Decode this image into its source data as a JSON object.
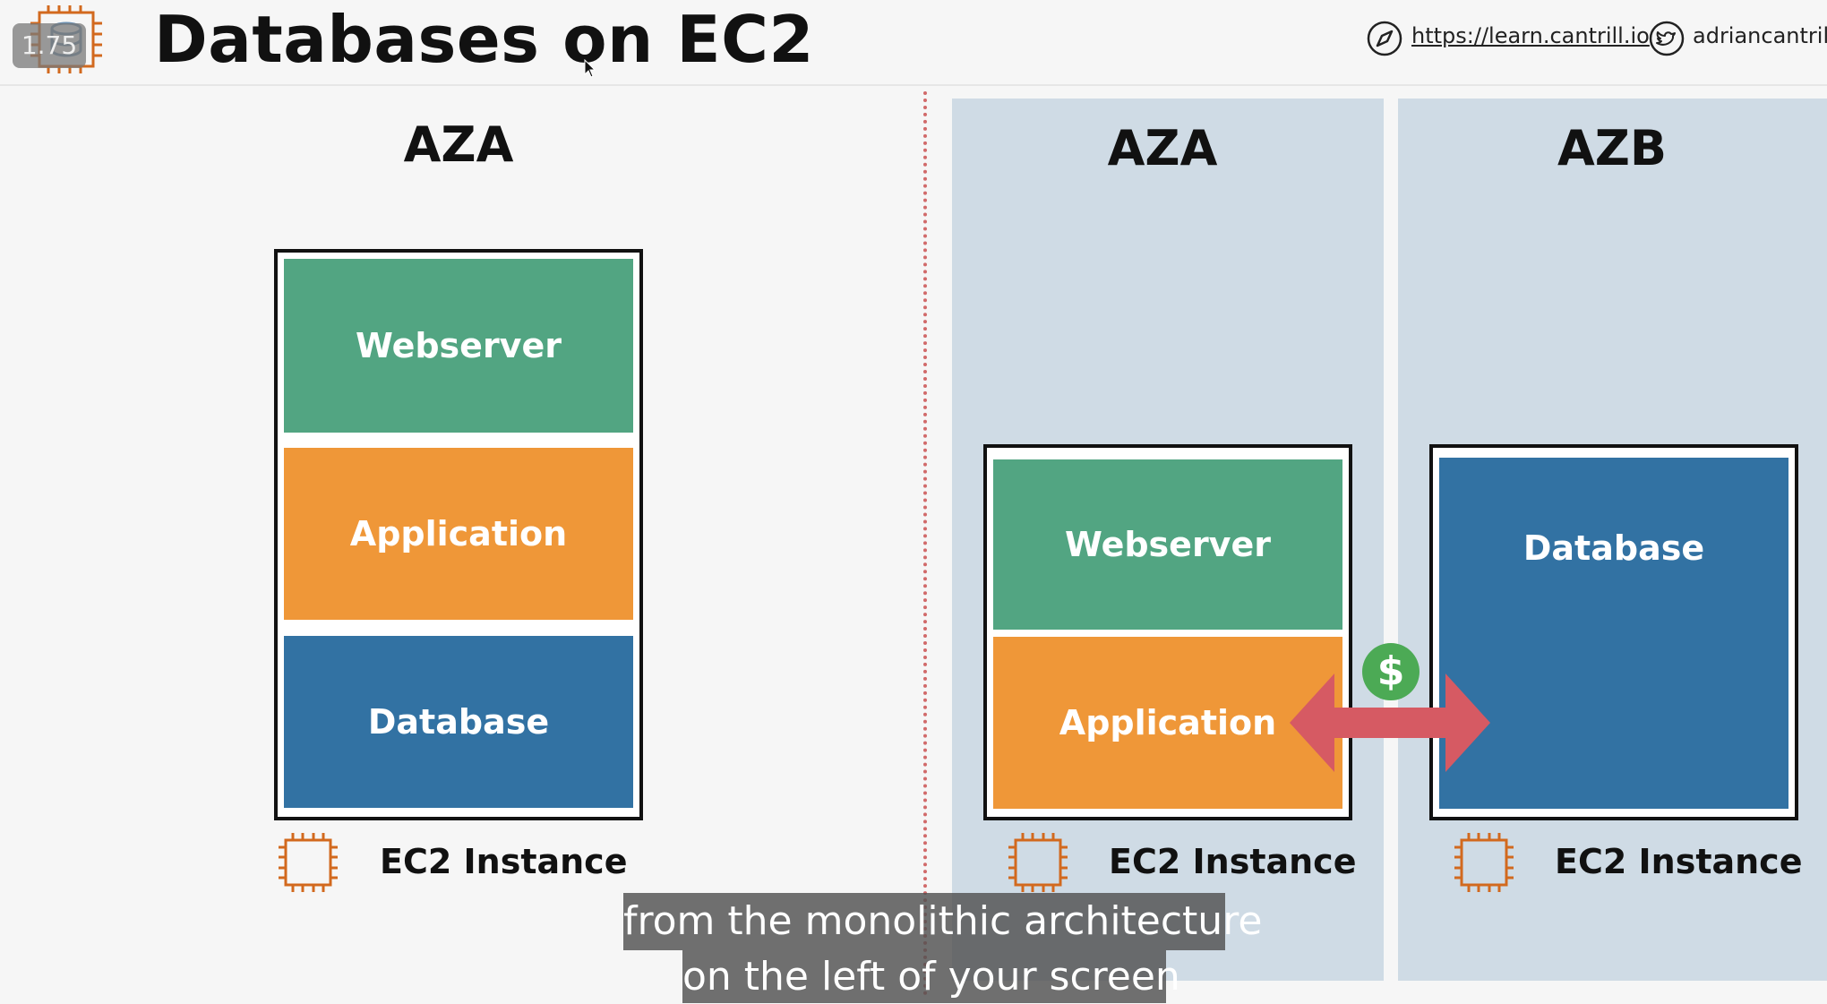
{
  "header": {
    "speed": "1.75",
    "title": "Databases on EC2",
    "site_link": "https://learn.cantrill.io",
    "twitter": "adriancantrill",
    "icons": [
      "ec2-database-icon",
      "compass-icon",
      "twitter-bird-icon",
      "cursor-icon"
    ]
  },
  "left": {
    "az": "AZA",
    "webserver": "Webserver",
    "application": "Application",
    "database": "Database",
    "instance_label": "EC2 Instance"
  },
  "right": {
    "az_a": "AZA",
    "az_b": "AZB",
    "webserver": "Webserver",
    "application": "Application",
    "database": "Database",
    "instance_label_a": "EC2 Instance",
    "instance_label_b": "EC2 Instance",
    "cost_symbol": "$"
  },
  "subtitles": {
    "line1": "from the monolithic architecture",
    "line2": "on the left of your screen"
  },
  "colors": {
    "webserver": "#52a582",
    "application": "#ef9738",
    "database": "#3272a3",
    "az_panel": "#cfdbe5",
    "arrow": "#d65a63",
    "cost_badge": "#4caa55",
    "chip": "#d2691e"
  }
}
